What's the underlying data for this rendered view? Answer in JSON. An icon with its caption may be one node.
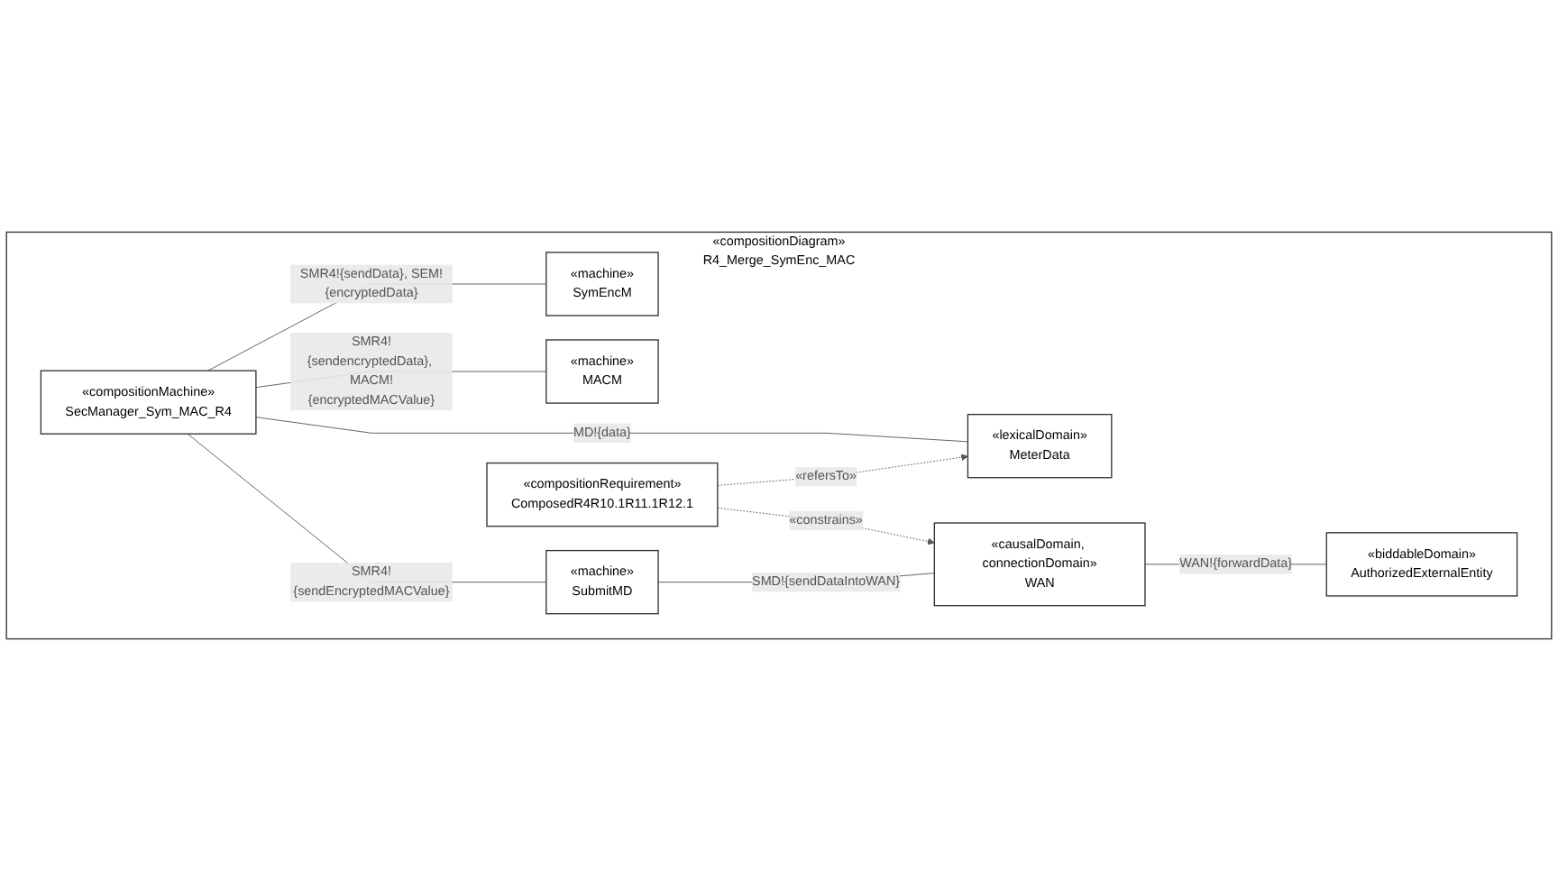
{
  "diagram": {
    "nodes": [
      {
        "text": [
          "«compositionDiagram»",
          "R4_Merge_SymEnc_MAC"
        ]
      },
      {
        "text": [
          "«lexicalDomain»",
          "MeterData"
        ],
        "in": 0
      },
      {
        "text": [
          "«machine»",
          "SymEncM"
        ],
        "in": 0
      },
      {
        "text": [
          "«compositionMachine»",
          "SecManager_Sym_MAC_R4"
        ],
        "in": 0
      },
      {
        "text": [
          "«machine»",
          "MACM"
        ],
        "in": 0
      },
      {
        "text": [
          "«compositionRequirement»",
          "ComposedR4R10.1R11.1R12.1"
        ],
        "in": 0
      },
      {
        "text": [
          "«machine»",
          "SubmitMD"
        ],
        "in": 0
      },
      {
        "text": [
          "«causalDomain, connectionDomain»",
          "WAN"
        ],
        "in": 0
      },
      {
        "text": [
          "«biddableDomain»",
          "AuthorizedExternalEntity"
        ],
        "in": 0
      }
    ],
    "edges": [
      {
        "from": 3,
        "to": 1,
        "arrow": "none",
        "label": "MD!{data}"
      },
      {
        "from": 3,
        "to": 2,
        "arrow": "none",
        "label": "SMR4!{sendData}, SEM!{encryptedData}"
      },
      {
        "from": 3,
        "to": 4,
        "arrow": "none",
        "label": "SMR4!{sendencryptedData}, MACM!{encryptedMACValue}"
      },
      {
        "from": 3,
        "to": 6,
        "arrow": "none",
        "label": "SMR4!{sendEncryptedMACValue}"
      },
      {
        "from": 5,
        "to": 1,
        "arrow": "to",
        "label": "«refersTo»",
        "style": "dashed"
      },
      {
        "from": 5,
        "to": 7,
        "arrow": "to",
        "label": "«constrains»",
        "style": "dashed"
      },
      {
        "from": 6,
        "to": 7,
        "arrow": "none",
        "label": "SMD!{sendDataIntoWAN}"
      },
      {
        "from": 7,
        "to": 8,
        "arrow": "none",
        "label": "WAN!{forwardData}"
      }
    ]
  }
}
